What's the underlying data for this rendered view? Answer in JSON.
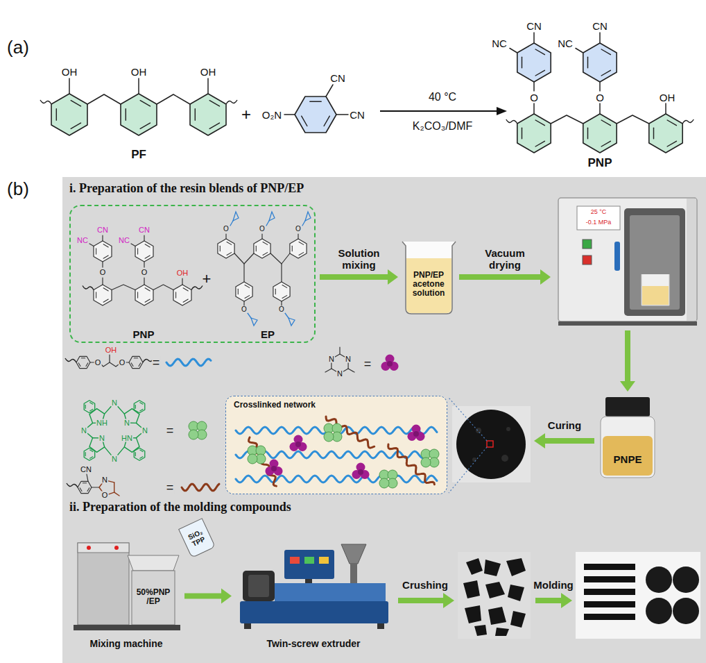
{
  "diagram": {
    "nodes": [
      {
        "text": [
          "i. Preparation of the resin blends of PNP/EP",
          "ii. Preparation of the molding compounds"
        ]
      },
      {
        "text": [
          "PNP",
          "+",
          "EP"
        ],
        "in": 0
      },
      {
        "text": [
          "PNP/EP acetone solution"
        ],
        "in": 0
      },
      {
        "text": [
          "25 °C",
          "-0.1 MPa"
        ],
        "in": 0
      },
      {
        "text": [
          "PNPE"
        ],
        "in": 0
      },
      {
        "text": [
          "Crosslinked network"
        ],
        "in": 0
      },
      {
        "text": [
          "50%PNP /EP",
          "Mixing machine"
        ],
        "in": 0
      },
      {
        "text": [
          "SiO₂ TPP"
        ],
        "in": 0
      },
      {
        "text": [
          "Twin-screw extruder"
        ],
        "in": 0
      }
    ],
    "edges": [
      {
        "from": 1,
        "to": 2,
        "label": "Solution mixing",
        "arrow": "to"
      },
      {
        "from": 2,
        "to": 3,
        "label": "Vacuum drying",
        "arrow": "to"
      },
      {
        "from": 3,
        "to": 4,
        "arrow": "to"
      },
      {
        "from": 6,
        "to": 8,
        "arrow": "to"
      }
    ],
    "labels": [
      "(a)",
      "OH",
      "OH",
      "OH",
      "PF",
      "+",
      "O₂N",
      "CN",
      "CN",
      "40 °C",
      "K₂CO₃/DMF",
      "CN",
      "NC",
      "CN",
      "NC",
      "O",
      "O",
      "OH",
      "PNP",
      "(b)",
      "CN",
      "NC",
      "CN",
      "NC",
      "O",
      "O",
      "OH",
      "O",
      "O",
      "O",
      "O",
      "O",
      "O",
      "OH",
      "O",
      "=",
      "N",
      "N",
      "N",
      "=",
      "N",
      "N",
      "N",
      "N",
      "NH",
      "N",
      "N",
      "HN",
      "=",
      "CN",
      "N",
      "O",
      "=",
      "Curing",
      "Crushing",
      "Molding"
    ]
  }
}
